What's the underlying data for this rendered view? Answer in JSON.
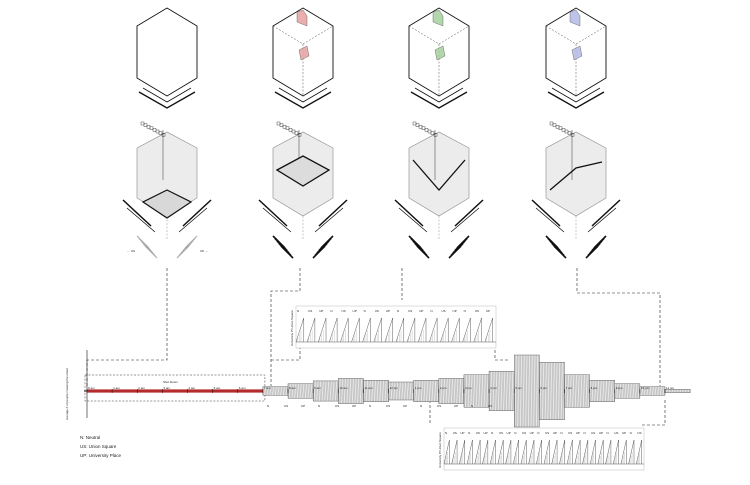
{
  "y_axis_label": "average # of people crossing the street",
  "shut_down_label": "Shut Down",
  "time_ticks": [
    "0 am",
    "1 am",
    "2 am",
    "3 am",
    "4 am",
    "5 am",
    "6 am",
    "7 am",
    "8 am",
    "9 am",
    "10 am",
    "11 am",
    "12 pm",
    "1 pm",
    "2 pm",
    "3 pm",
    "4 pm",
    "5 pm",
    "6 pm",
    "7 pm",
    "8 pm",
    "9 pm",
    "10 pm",
    "11 pm"
  ],
  "mode_sequence_bottom": [
    "N",
    "US",
    "UP",
    "N",
    "US",
    "UP",
    "N",
    "US",
    "UP",
    "N",
    "US",
    "UP",
    "N",
    "US"
  ],
  "inset_upper": {
    "side_label": "University Pl Union Square",
    "modes": [
      "N",
      "US",
      "UP",
      "N",
      "US",
      "UP",
      "N",
      "US",
      "UP",
      "N",
      "US",
      "UP",
      "N",
      "US",
      "UP",
      "N",
      "US",
      "UP"
    ]
  },
  "inset_lower": {
    "side_label": "University Pl Union Square",
    "modes": [
      "N",
      "US",
      "UP",
      "N",
      "US",
      "UP",
      "N",
      "US",
      "UP",
      "N",
      "US",
      "UP",
      "N",
      "US",
      "UP",
      "N",
      "US",
      "UP",
      "N",
      "US",
      "UP",
      "N",
      "US",
      "UP",
      "N",
      "US"
    ]
  },
  "direction_labels": {
    "left": "US",
    "right": "UP"
  },
  "legend": [
    "N: Neutral",
    "US: Union Square",
    "UP: University Place"
  ],
  "accent_colors": {
    "shutdown_bar": "#b52a2a",
    "red_highlight": "#e8a6a6",
    "green_highlight": "#a9d3a3",
    "blue_highlight": "#b8bde6"
  },
  "activity_levels": [
    0,
    0,
    0,
    0,
    0,
    0,
    0,
    0.12,
    0.2,
    0.28,
    0.35,
    0.3,
    0.25,
    0.3,
    0.35,
    0.45,
    0.55,
    1.0,
    0.8,
    0.45,
    0.3,
    0.2,
    0.12,
    0.05
  ]
}
